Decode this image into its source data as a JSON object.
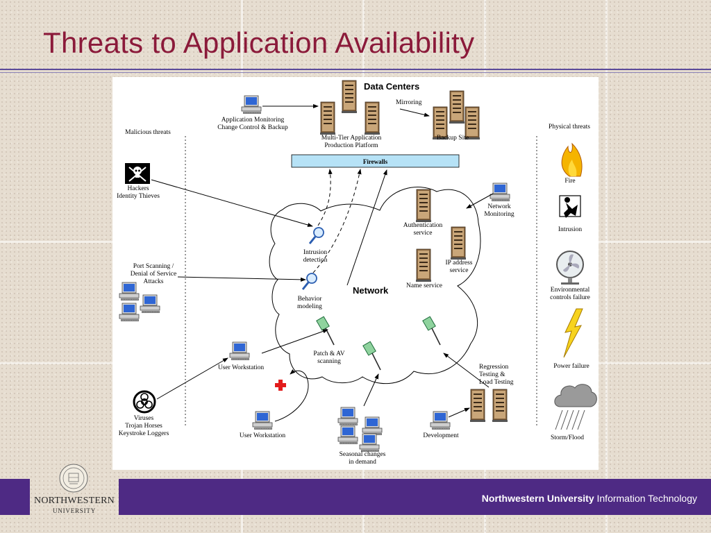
{
  "slide": {
    "title": "Threats to Application Availability"
  },
  "diagram": {
    "data_centers": "Data Centers",
    "mirroring": "Mirroring",
    "app_monitoring": [
      "Application Monitoring",
      "Change Control & Backup"
    ],
    "multi_tier": [
      "Multi-Tier Application",
      "Production Platform"
    ],
    "backup_site": "Backup Site",
    "firewalls": "Firewalls",
    "malicious_threats": "Malicious threats",
    "physical_threats": "Physical threats",
    "hackers": [
      "Hackers",
      "Identity Thieves"
    ],
    "port_scanning": [
      "Port Scanning /",
      "Denial of Service",
      "Attacks"
    ],
    "viruses": [
      "Viruses",
      "Trojan Horses",
      "Keystroke Loggers"
    ],
    "user_workstation_1": "User Workstation",
    "user_workstation_2": "User Workstation",
    "intrusion_detection": [
      "Intrusion",
      "detection"
    ],
    "behavior_modeling": [
      "Behavior",
      "modeling"
    ],
    "network": "Network",
    "authentication": [
      "Authentication",
      "service"
    ],
    "ip_address": [
      "IP address",
      "service"
    ],
    "name_service": "Name service",
    "network_monitoring": [
      "Network",
      "Monitoring"
    ],
    "patch_av": [
      "Patch & AV",
      "scanning"
    ],
    "regression": [
      "Regression",
      "Testing &",
      "Load Testing"
    ],
    "development": "Development",
    "seasonal": [
      "Seasonal changes",
      "in demand"
    ],
    "fire": "Fire",
    "intrusion": "Intrusion",
    "environmental": [
      "Environmental",
      "controls failure"
    ],
    "power": "Power failure",
    "storm": "Storm/Flood"
  },
  "footer": {
    "org_bold": "Northwestern University",
    "org_rest": " Information Technology",
    "logo_word": "NORTHWESTERN",
    "logo_sub": "UNIVERSITY"
  },
  "colors": {
    "title": "#8b1a3a",
    "footer_band": "#4e2a84",
    "firewall_fill": "#b6e2f6"
  }
}
